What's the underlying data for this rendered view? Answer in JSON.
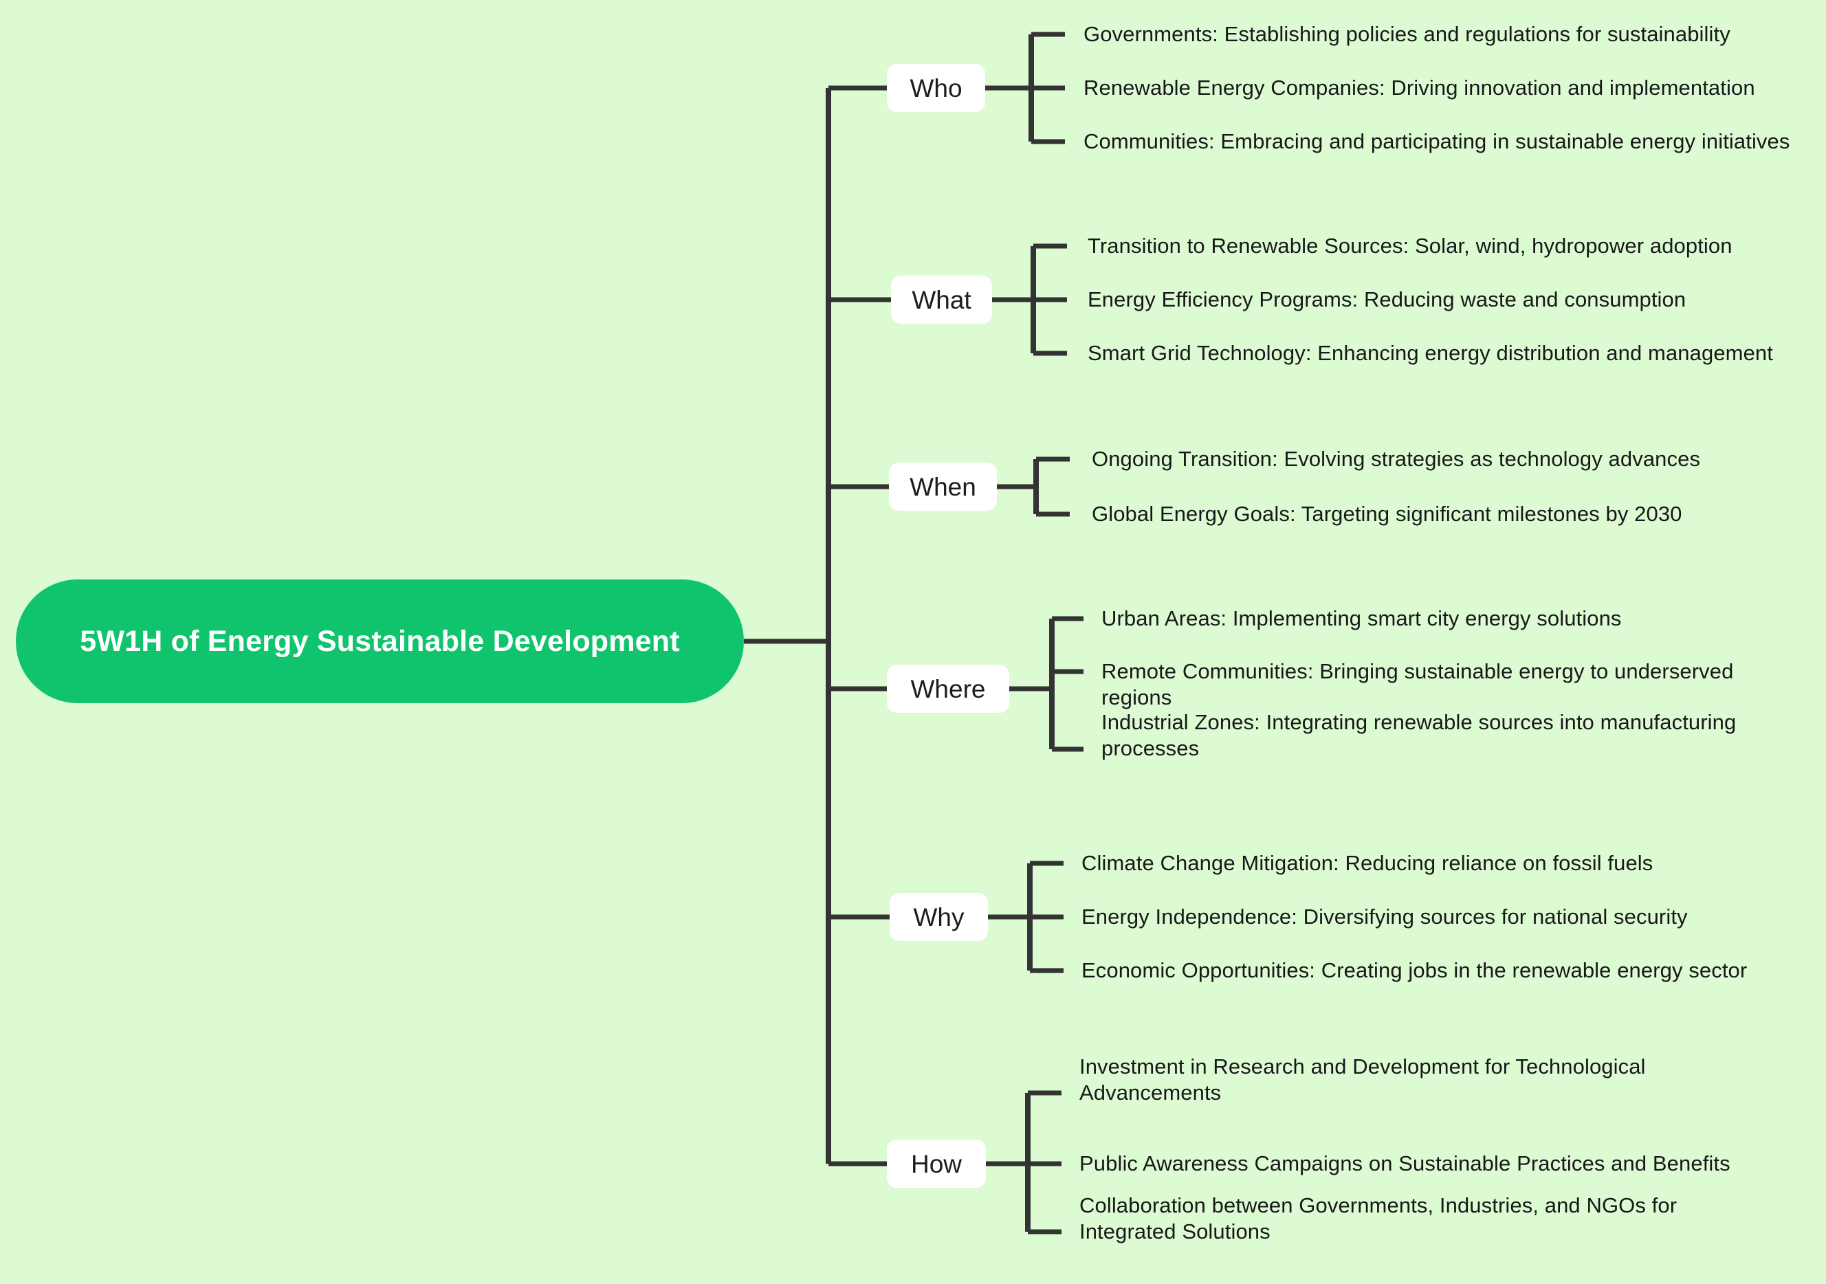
{
  "theme": {
    "background_color": "#ddfbd2",
    "root_fill": "#10c46e",
    "root_text_color": "#ffffff",
    "branch_box_fill": "#ffffff",
    "connector_color": "#333333",
    "leaf_text_color": "#18181a"
  },
  "root": {
    "title": "5W1H of Energy Sustainable Development"
  },
  "branches": [
    {
      "label": "Who",
      "leaves": [
        "Governments: Establishing policies and regulations for sustainability",
        "Renewable Energy Companies: Driving innovation and implementation",
        "Communities: Embracing and participating in sustainable energy initiatives"
      ]
    },
    {
      "label": "What",
      "leaves": [
        "Transition to Renewable Sources: Solar, wind, hydropower adoption",
        "Energy Efficiency Programs: Reducing waste and consumption",
        "Smart Grid Technology: Enhancing energy distribution and management"
      ]
    },
    {
      "label": "When",
      "leaves": [
        "Ongoing Transition: Evolving strategies as technology advances",
        "Global Energy Goals: Targeting significant milestones by 2030"
      ]
    },
    {
      "label": "Where",
      "leaves": [
        "Urban Areas: Implementing smart city energy solutions",
        "Remote Communities: Bringing sustainable energy to underserved regions",
        "Industrial Zones: Integrating renewable sources into manufacturing processes"
      ]
    },
    {
      "label": "Why",
      "leaves": [
        "Climate Change Mitigation: Reducing reliance on fossil fuels",
        "Energy Independence: Diversifying sources for national security",
        "Economic Opportunities: Creating jobs in the renewable energy sector"
      ]
    },
    {
      "label": "How",
      "leaves": [
        "Investment in Research and Development for Technological Advancements",
        "Public Awareness Campaigns on Sustainable Practices and Benefits",
        "Collaboration between Governments, Industries, and NGOs for Integrated Solutions"
      ]
    }
  ]
}
